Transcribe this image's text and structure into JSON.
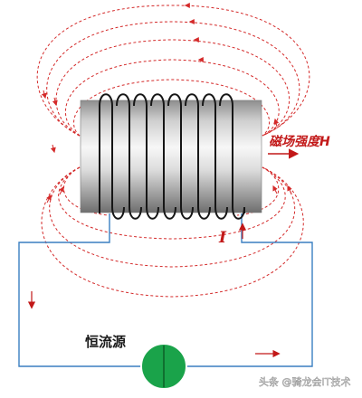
{
  "labels": {
    "field": "磁场强度H",
    "current": "I",
    "source": "恒流源"
  },
  "watermark": "头条 @骑龙会IT技术",
  "colors": {
    "field_lines": "#d42a2a",
    "circuit_wire": "#3a7fc1",
    "coil_wire": "#161616",
    "source_fill": "#1aa34a",
    "label_red": "#c21818"
  }
}
